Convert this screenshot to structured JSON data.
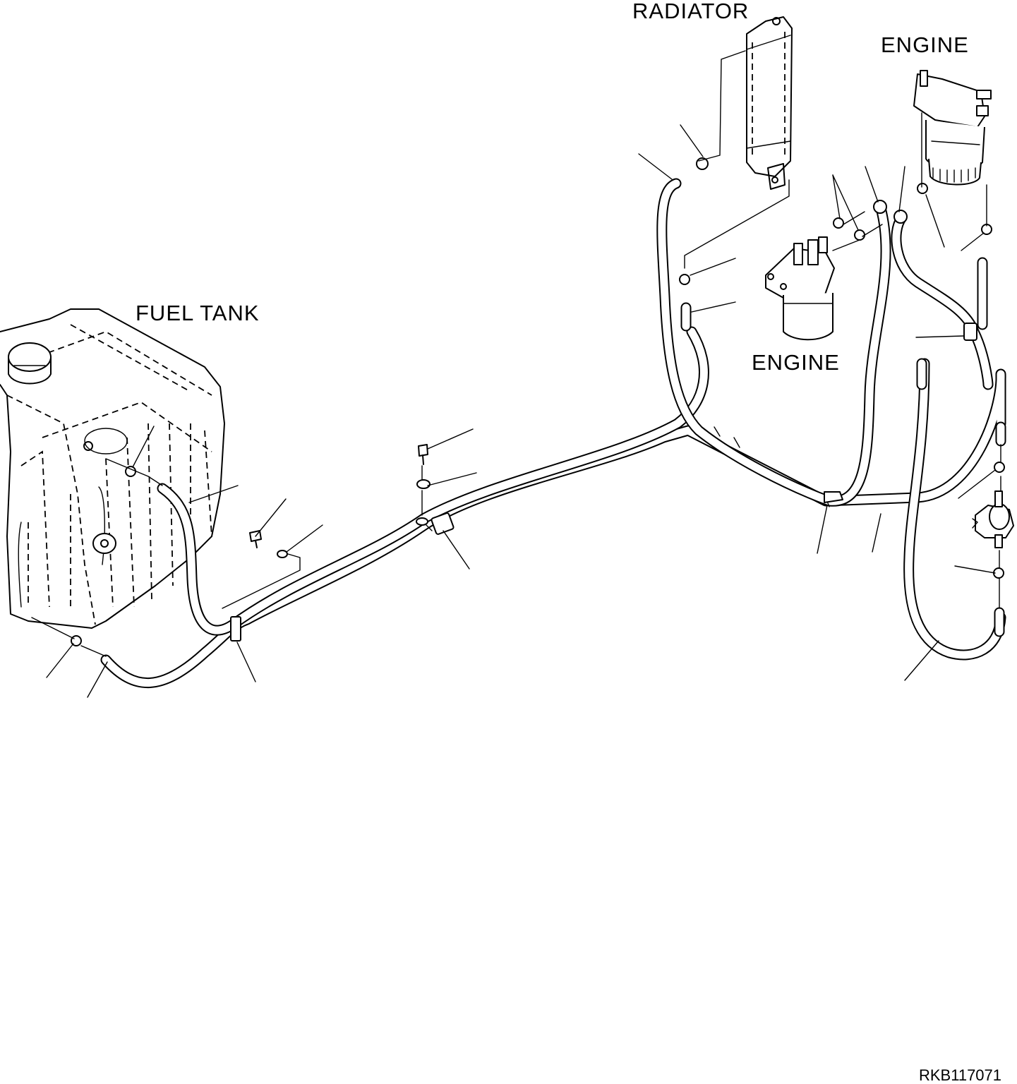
{
  "labels": {
    "radiator": "RADIATOR",
    "engine_top": "ENGINE",
    "engine_filter": "ENGINE",
    "fuel_tank": "FUEL TANK"
  },
  "drawing_ref": "RKB117071",
  "icons": [
    "fuel-tank-icon",
    "radiator-icon",
    "fuel-filter-icon",
    "water-separator-icon",
    "fuel-pump-icon",
    "hose-clamp-icon",
    "bolt-icon",
    "washer-icon"
  ]
}
